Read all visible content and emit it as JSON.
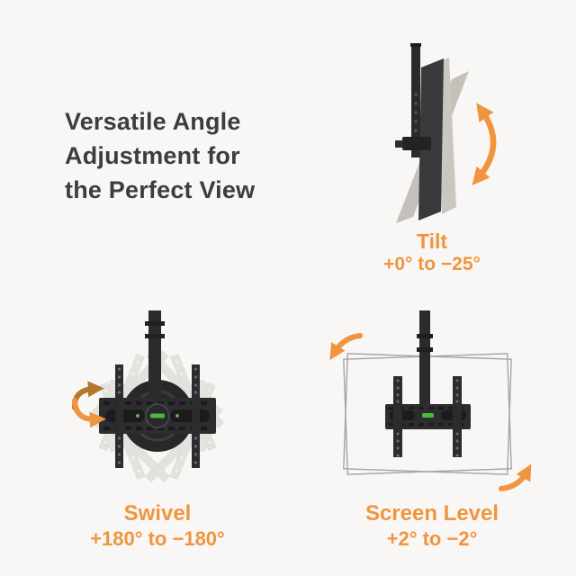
{
  "heading": {
    "lines": [
      "Versatile Angle",
      "Adjustment for",
      "the Perfect View"
    ]
  },
  "features": [
    {
      "id": "tilt",
      "title": "Tilt",
      "range": "+0° to −25°",
      "icon": "tilt-mount-side-view"
    },
    {
      "id": "swivel",
      "title": "Swivel",
      "range": "+180° to −180°",
      "icon": "swivel-mount-front-view"
    },
    {
      "id": "screen-level",
      "title": "Screen Level",
      "range": "+2° to −2°",
      "icon": "level-mount-front-view"
    }
  ],
  "icons": {
    "tilt_arrow": "curved-double-headed-vertical-arrow",
    "swivel_arrow": "curved-rotation-ribbon-arrow",
    "level_arrow_top": "curved-arrow-counterclockwise",
    "level_arrow_bottom": "curved-arrow-clockwise"
  },
  "colors": {
    "background": "#f8f7f5",
    "heading_text": "#3d3d3d",
    "accent_orange": "#f0953d",
    "arrow_dark_orange": "#b5772e",
    "mount_dark": "#2c2c2e",
    "panel_dark": "#3a3a3d",
    "ghost_gray": "#c9c6c0",
    "frame_outline_gray": "#a5a5a3",
    "level_green": "#4db83c"
  }
}
